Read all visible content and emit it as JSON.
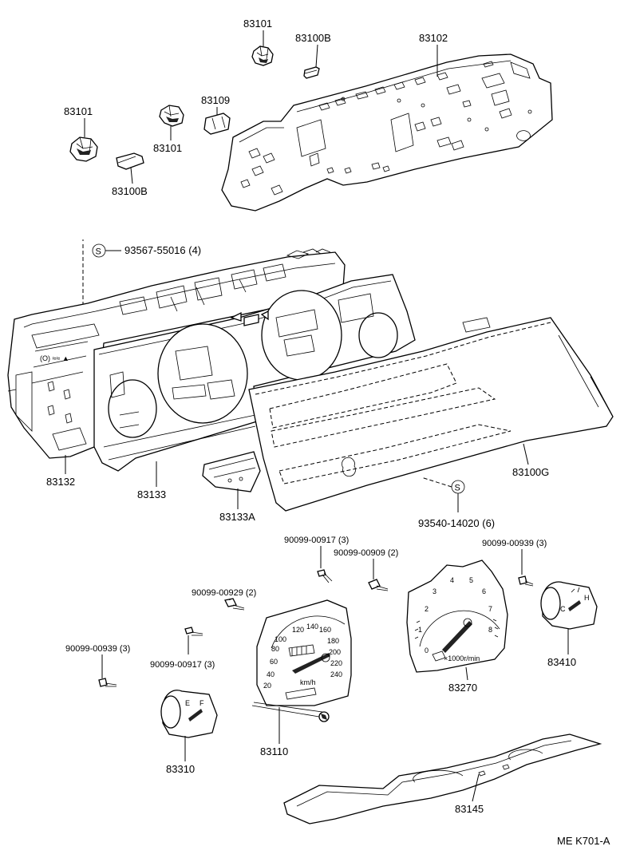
{
  "callouts": {
    "c83101_top": "83101",
    "c83100b_top": "83100B",
    "c83102": "83102",
    "c83101_left": "83101",
    "c83109": "83109",
    "c83101_mid": "83101",
    "c83100b_low": "83100B",
    "c93567": "93567-55016 (4)",
    "c83132": "83132",
    "c83133": "83133",
    "c83133a": "83133A",
    "c83100g": "83100G",
    "c93540": "93540-14020 (6)",
    "c90099_917_a": "90099-00917 (3)",
    "c90099_909": "90099-00909 (2)",
    "c90099_939_a": "90099-00939 (3)",
    "c90099_929": "90099-00929 (2)",
    "c90099_939_b": "90099-00939 (3)",
    "c90099_917_b": "90099-00917 (3)",
    "c83270": "83270",
    "c83410": "83410",
    "c83110": "83110",
    "c83310": "83310",
    "c83145": "83145",
    "s_symbol": "S"
  },
  "speedometer": {
    "ticks": [
      "20",
      "40",
      "60",
      "80",
      "100",
      "120",
      "140",
      "160",
      "180",
      "200",
      "220",
      "240"
    ],
    "unit": "km/h"
  },
  "tachometer": {
    "ticks": [
      "0",
      "1",
      "2",
      "3",
      "4",
      "5",
      "6",
      "7",
      "8"
    ],
    "unit": "×1000r/min"
  },
  "fuel_gauge": {
    "full": "F",
    "empty": "E"
  },
  "temp_gauge": {
    "hot": "H",
    "cold": "C"
  },
  "drawing_code": "ME K701-A"
}
